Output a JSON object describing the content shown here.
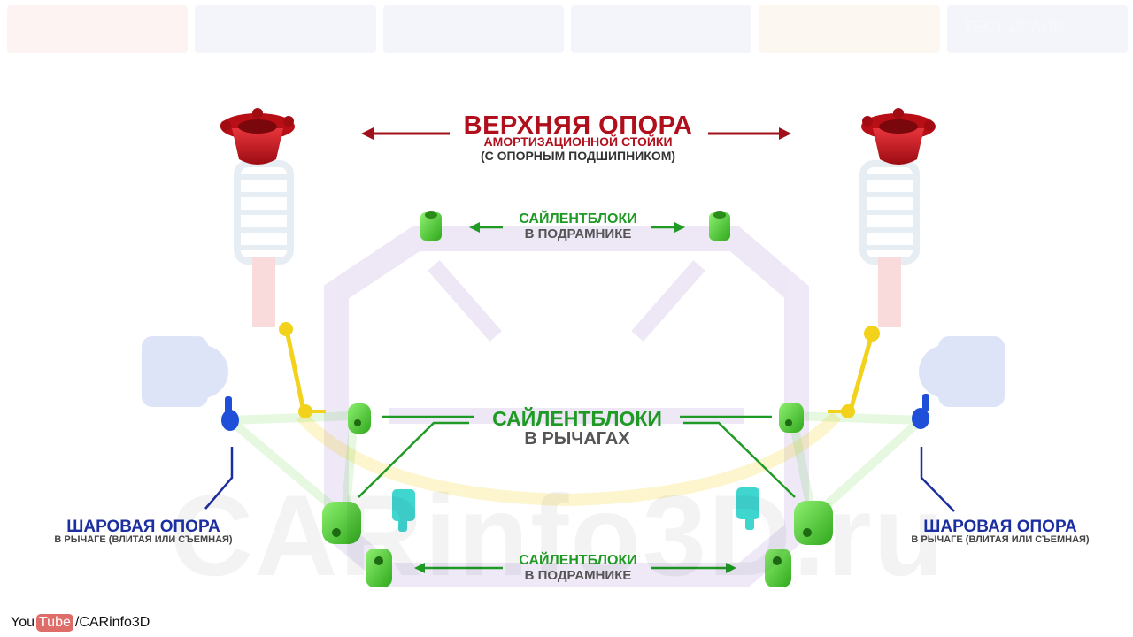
{
  "top_tabs": [
    "",
    "",
    "",
    "",
    "",
    "ТЕСТ-ДРАЙВ"
  ],
  "top_tab_colors": [
    "#e03030",
    "#2c5cc0",
    "#2c5cc0",
    "#2c5cc0",
    "#e07020",
    "#2c5cc0"
  ],
  "labels": {
    "strut_mount_title": "ВЕРХНЯЯ ОПОРА",
    "strut_mount_line2": "АМОРТИЗАЦИОННОЙ СТОЙКИ",
    "strut_mount_line3": "(С ОПОРНЫМ ПОДШИПНИКОМ)",
    "subframe_top_line1": "САЙЛЕНТБЛОКИ",
    "subframe_top_line2": "В ПОДРАМНИКЕ",
    "arms_line1": "САЙЛЕНТБЛОКИ",
    "arms_line2": "В РЫЧАГАХ",
    "ball_left_title": "ШАРОВАЯ ОПОРА",
    "ball_left_sub": "В РЫЧАГЕ (ВЛИТАЯ ИЛИ СЪЕМНАЯ)",
    "ball_right_title": "ШАРОВАЯ ОПОРА",
    "ball_right_sub": "В РЫЧАГЕ (ВЛИТАЯ ИЛИ СЪЕМНАЯ)",
    "subframe_bottom_line1": "САЙЛЕНТБЛОКИ",
    "subframe_bottom_line2": "В ПОДРАМНИКЕ"
  },
  "watermark": "CARinfo3D.ru",
  "channel": {
    "you": "You",
    "tube": "Tube",
    "name": "/CARinfo3D"
  },
  "colors": {
    "strut_mount": "#c8101a",
    "bushing": "#5ad130",
    "stabilizer_link": "#f2d21a",
    "ball_joint": "#1f4fd8",
    "stabilizer_bushing": "#3fd6d0",
    "label_red": "#b0101c",
    "label_green": "#1f9a24",
    "label_blue": "#1c2fa0"
  },
  "icons": [
    "strut-mount-icon",
    "subframe-bushing-icon",
    "arm-bushing-icon",
    "ball-joint-icon",
    "stabilizer-link-icon",
    "stabilizer-bushing-icon"
  ]
}
